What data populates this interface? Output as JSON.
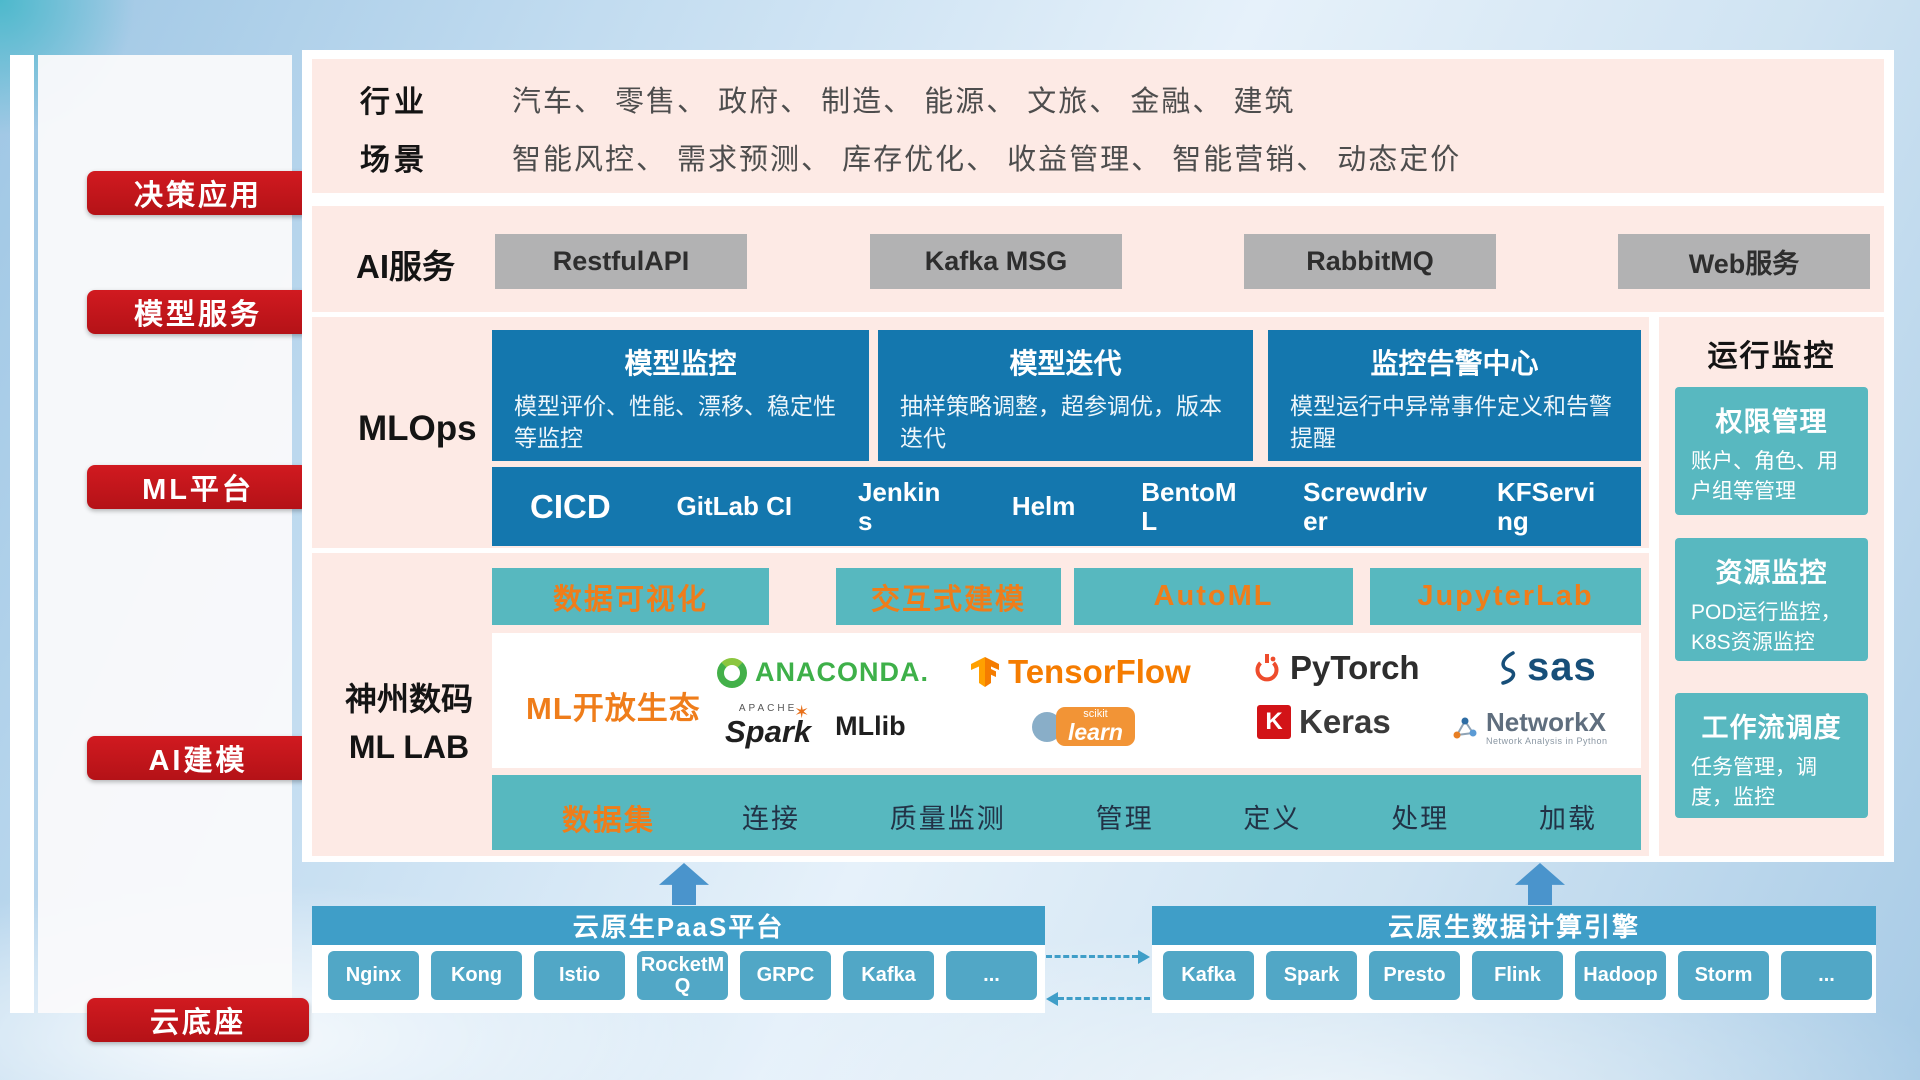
{
  "colors": {
    "red": "#c8161e",
    "blue": "#1477ae",
    "teal": "#57b8bf",
    "orange": "#ef7d1a",
    "bar_blue": "#3f9ec8",
    "pink": "#fdeae5"
  },
  "sidebar": {
    "items": [
      {
        "label": "决策应用"
      },
      {
        "label": "模型服务"
      },
      {
        "label": "ML平台"
      },
      {
        "label": "AI建模"
      },
      {
        "label": "云底座"
      }
    ]
  },
  "decision": {
    "rows": [
      {
        "label": "行业",
        "text": "汽车、 零售、 政府、 制造、 能源、 文旅、 金融、 建筑"
      },
      {
        "label": "场景",
        "text": "智能风控、 需求预测、 库存优化、 收益管理、 智能营销、 动态定价"
      }
    ]
  },
  "ai_service": {
    "label": "AI服务",
    "buttons": [
      "RestfulAPI",
      "Kafka MSG",
      "RabbitMQ",
      "Web服务"
    ]
  },
  "mlops": {
    "label": "MLOps",
    "cards": [
      {
        "title": "模型监控",
        "desc": "模型评价、性能、漂移、稳定性等监控"
      },
      {
        "title": "模型迭代",
        "desc": "抽样策略调整，超参调优，版本迭代"
      },
      {
        "title": "监控告警中心",
        "desc": "模型运行中异常事件定义和告警提醒"
      }
    ],
    "cicd_label": "CICD",
    "cicd_items": [
      "GitLab CI",
      "Jenkins",
      "Helm",
      "BentoML",
      "Screwdriver",
      "KFServing"
    ]
  },
  "monitoring": {
    "title": "运行监控",
    "cards": [
      {
        "title": "权限管理",
        "desc": "账户、角色、用户组等管理"
      },
      {
        "title": "资源监控",
        "desc": "POD运行监控，K8S资源监控"
      },
      {
        "title": "工作流调度",
        "desc": "任务管理，调度，监控"
      }
    ]
  },
  "mllab": {
    "label_line1": "神州数码",
    "label_line2": "ML LAB",
    "tools": [
      "数据可视化",
      "交互式建模",
      "AutoML",
      "JupyterLab"
    ],
    "eco_label": "ML开放生态",
    "logos": {
      "anaconda": "ANACONDA.",
      "tensorflow": "TensorFlow",
      "pytorch": "PyTorch",
      "sas": "sas",
      "spark_small": "APACHE",
      "spark": "Spark",
      "mllib": "MLlib",
      "scikit_small": "scikit",
      "scikit": "learn",
      "keras_k": "K",
      "keras": "Keras",
      "networkx": "NetworkX",
      "networkx_sub": "Network Analysis in Python"
    },
    "dataset_label": "数据集",
    "dataset_items": [
      "连接",
      "质量监测",
      "管理",
      "定义",
      "处理",
      "加载"
    ]
  },
  "cloud": {
    "paas_title": "云原生PaaS平台",
    "paas_items": [
      "Nginx",
      "Kong",
      "Istio",
      "RocketMQ",
      "GRPC",
      "Kafka",
      "..."
    ],
    "engine_title": "云原生数据计算引擎",
    "engine_items": [
      "Kafka",
      "Spark",
      "Presto",
      "Flink",
      "Hadoop",
      "Storm",
      "..."
    ]
  }
}
